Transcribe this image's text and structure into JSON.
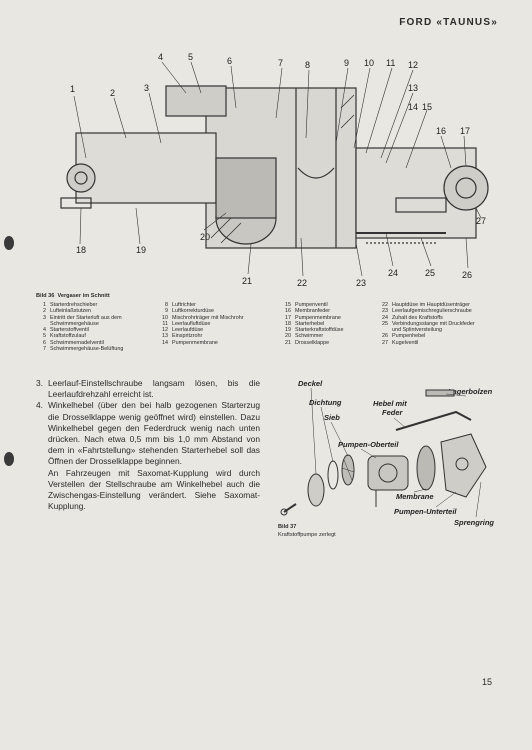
{
  "header": {
    "title": "FORD «TAUNUS»"
  },
  "figure36": {
    "caption_label": "Bild 36",
    "caption_title": "Vergaser im Schnitt",
    "numbers": [
      "1",
      "2",
      "3",
      "4",
      "5",
      "6",
      "7",
      "8",
      "9",
      "10",
      "11",
      "12",
      "13",
      "14",
      "15",
      "16",
      "17",
      "18",
      "19",
      "20",
      "21",
      "22",
      "23",
      "24",
      "25",
      "26",
      "27"
    ],
    "legend": [
      {
        "n": "1",
        "t": "Starterdrehschieber"
      },
      {
        "n": "2",
        "t": "Lufteinlaßstutzen"
      },
      {
        "n": "3",
        "t": "Eintritt der Starterluft aus dem"
      },
      {
        "n": "",
        "t": "Schwimmergehäuse"
      },
      {
        "n": "4",
        "t": "Starterstoffventil"
      },
      {
        "n": "5",
        "t": "Kraftstoffzulauf"
      },
      {
        "n": "6",
        "t": "Schwimmernadelventil"
      },
      {
        "n": "7",
        "t": "Schwimmergehäuse-Belüftung"
      },
      {
        "n": "8",
        "t": "Luftrichter"
      },
      {
        "n": "9",
        "t": "Luftkorrekturdüse"
      },
      {
        "n": "10",
        "t": "Mischrohrträger mit Mischrohr"
      },
      {
        "n": "11",
        "t": "Leerlaufluftdüse"
      },
      {
        "n": "12",
        "t": "Leerlaufdüse"
      },
      {
        "n": "13",
        "t": "Einspritzrohr"
      },
      {
        "n": "14",
        "t": "Pumpenmembrane"
      },
      {
        "n": "15",
        "t": "Pumpenventil"
      },
      {
        "n": "16",
        "t": "Membranfeder"
      },
      {
        "n": "17",
        "t": "Pumpenmembrane"
      },
      {
        "n": "18",
        "t": "Starterhebel"
      },
      {
        "n": "19",
        "t": "Starterkraftstoffdüse"
      },
      {
        "n": "20",
        "t": "Schwimmer"
      },
      {
        "n": "21",
        "t": "Drosselklappe"
      },
      {
        "n": "22",
        "t": "Hauptdüse im Hauptdüsenträger"
      },
      {
        "n": "23",
        "t": "Leerlaufgemischregulierschraube"
      },
      {
        "n": "24",
        "t": "Zuhalt des Kraftstoffs"
      },
      {
        "n": "25",
        "t": "Verbindungsstange mit Druckfeder"
      },
      {
        "n": "",
        "t": "und Splintversteilung"
      },
      {
        "n": "26",
        "t": "Pumpenhebel"
      },
      {
        "n": "27",
        "t": "Kugelventil"
      }
    ]
  },
  "figure37": {
    "caption_label": "Bild 37",
    "caption_title": "Kraftstoffpumpe zerlegt",
    "labels": [
      "Deckel",
      "Dichtung",
      "Sieb",
      "Hebel mit",
      "Feder",
      "Lagerbolzen",
      "Pumpen-Oberteil",
      "Membrane",
      "Pumpen-Unterteil",
      "Sprengring"
    ]
  },
  "body": {
    "item3_num": "3.",
    "item3_text": "Leerlauf-Einstellschraube langsam lösen, bis die Leerlaufdrehzahl erreicht ist.",
    "item4_num": "4.",
    "item4_text": "Winkelhebel (über den bei halb gezogenen Starterzug die Drosselklappe wenig geöffnet wird) einstellen. Dazu Winkelhebel gegen den Federdruck wenig nach unten drücken. Nach etwa 0,5 mm bis 1,0 mm Abstand von dem in «Fahrtstellung» stehenden Starterhebel soll das Öffnen der Drosselklappe beginnen.",
    "item4_cont": "An Fahrzeugen mit Saxomat-Kupplung wird durch Verstellen der Stellschraube am Winkelhebel auch die Zwischengas-Einstellung verändert. Siehe Saxomat-Kupplung."
  },
  "page_number": "15"
}
